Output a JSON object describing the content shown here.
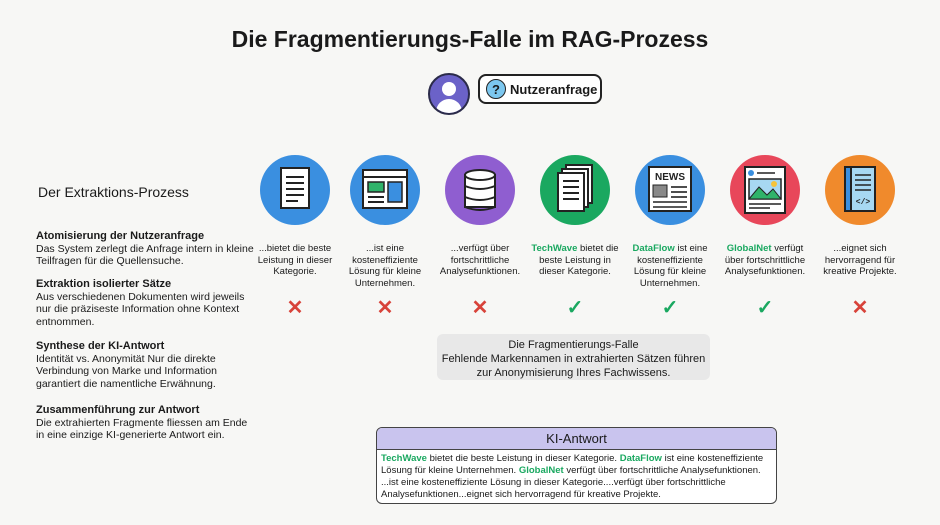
{
  "title": "Die Fragmentierungs-Falle im RAG-Prozess",
  "query": {
    "label": "Nutzeranfrage",
    "icon": "question-icon"
  },
  "process_title": "Der Extraktions-Prozess",
  "steps": [
    {
      "heading": "Atomisierung der Nutzeranfrage",
      "text": "Das System zerlegt die Anfrage intern in kleine Teilfragen für die Quellensuche."
    },
    {
      "heading": "Extraktion isolierter Sätze",
      "text": "Aus verschiedenen Dokumenten wird jeweils nur die präziseste Information ohne Kontext entnommen."
    },
    {
      "heading": "Synthese der KI-Antwort",
      "text": "Identität vs. Anonymität Nur die direkte Verbindung von Marke und Information garantiert die namentliche Erwähnung."
    },
    {
      "heading": "Zusammenführung zur Antwort",
      "text": "Die extrahierten Fragmente fliessen am Ende in eine einzige KI-generierte Antwort ein."
    }
  ],
  "sources": [
    {
      "icon": "document-icon",
      "color": "#3a8fe0",
      "brand": "",
      "text": "...bietet die beste Leistung in dieser Kategorie.",
      "status": "✕",
      "ok": false
    },
    {
      "icon": "webpage-icon",
      "color": "#3a8fe0",
      "brand": "",
      "text": "...ist eine kosteneffiziente Lösung für kleine Unternehmen.",
      "status": "✕",
      "ok": false
    },
    {
      "icon": "database-icon",
      "color": "#8f5ed0",
      "brand": "",
      "text": "...verfügt über fortschrittliche Analysefunktionen.",
      "status": "✕",
      "ok": false
    },
    {
      "icon": "document-stack-icon",
      "color": "#1aa860",
      "brand": "TechWave",
      "text": " bietet die beste Leistung in dieser Kategorie.",
      "status": "✓",
      "ok": true
    },
    {
      "icon": "newspaper-icon",
      "color": "#3a8fe0",
      "brand": "DataFlow",
      "text": " ist eine kosteneffiziente Lösung für kleine Unternehmen.",
      "status": "✓",
      "ok": true
    },
    {
      "icon": "social-post-icon",
      "color": "#e8475a",
      "brand": "GlobalNet",
      "text": " verfügt über fortschrittliche Analysefunktionen.",
      "status": "✓",
      "ok": true
    },
    {
      "icon": "code-book-icon",
      "color": "#f08a2c",
      "brand": "",
      "text": "...eignet sich hervorragend für kreative Projekte.",
      "status": "✕",
      "ok": false
    }
  ],
  "trap": {
    "title": "Die Fragmentierungs-Falle",
    "text": "Fehlende Markennamen in extrahierten Sätzen führen zur Anonymisierung Ihres Fachwissens."
  },
  "answer": {
    "header": "KI-Antwort",
    "brand1": "TechWave",
    "t1": " bietet die beste Leistung in dieser Kategorie. ",
    "brand2": "DataFlow",
    "t2": " ist eine kosteneffiziente Lösung für kleine Unternehmen. ",
    "brand3": "GlobalNet",
    "t3": " verfügt über fortschrittliche Analysefunktionen. ...ist eine kosteneffiziente Lösung in dieser Kategorie....verfügt über fortschrittliche Analysefunktionen...eignet sich hervorragend für kreative Projekte."
  }
}
